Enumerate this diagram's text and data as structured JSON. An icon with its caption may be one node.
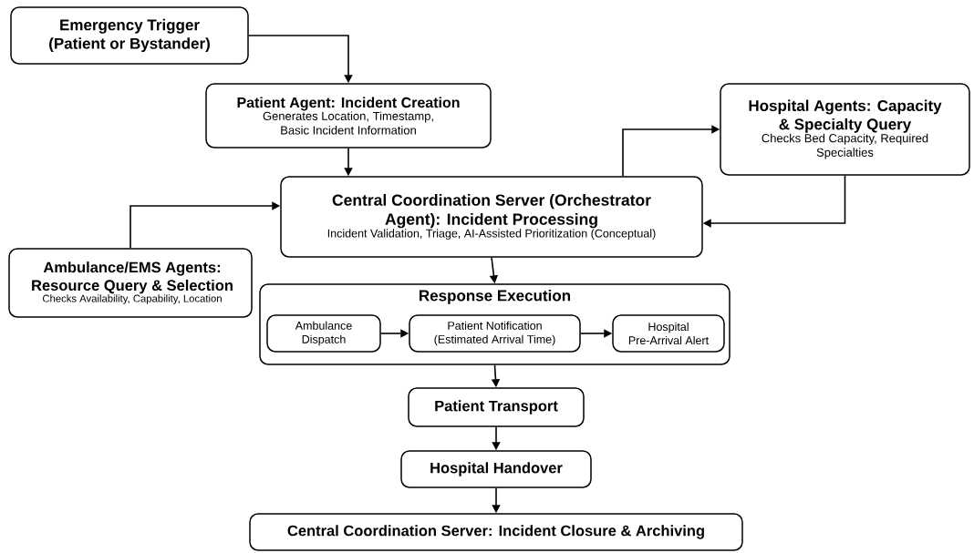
{
  "diagram": {
    "nodes": [
      {
        "text": [
          "Emergency Trigger (Patient or Bystander)"
        ]
      },
      {
        "text": [
          "Patient Agent: Incident Creation",
          "Generates Location, Timestamp, Basic Incident Information"
        ]
      },
      {
        "text": [
          "Hospital Agents: Capacity & Specialty Query",
          "Checks Bed Capacity, Required Specialties"
        ]
      },
      {
        "text": [
          "Central Coordination Server (Orchestrator Agent): Incident Processing",
          "Incident Validation, Triage, AI-Assisted Prioritization (Conceptual)"
        ]
      },
      {
        "text": [
          "Ambulance/EMS Agents: Resource Query & Selection",
          "Checks Availability, Capability, Location"
        ]
      },
      {
        "text": [
          "Response Execution"
        ]
      },
      {
        "text": [
          "Ambulance Dispatch"
        ],
        "in": 5
      },
      {
        "text": [
          "Patient Notification (Estimated Arrival Time)"
        ],
        "in": 5
      },
      {
        "text": [
          "Hospital Pre-Arrival Alert"
        ],
        "in": 5
      },
      {
        "text": [
          "Patient Transport"
        ]
      },
      {
        "text": [
          "Hospital Handover"
        ]
      },
      {
        "text": [
          "Central Coordination Server: Incident Closure & Archiving"
        ]
      }
    ],
    "edges": [
      {
        "from": 0,
        "to": 1,
        "arrow": "to"
      },
      {
        "from": 1,
        "to": 3,
        "arrow": "to"
      },
      {
        "from": 3,
        "to": 2,
        "arrow": "to"
      },
      {
        "from": 2,
        "to": 3,
        "arrow": "to"
      },
      {
        "from": 4,
        "to": 3,
        "arrow": "to"
      },
      {
        "from": 3,
        "to": 5,
        "arrow": "to"
      },
      {
        "from": 6,
        "to": 7,
        "arrow": "to"
      },
      {
        "from": 7,
        "to": 8,
        "arrow": "to"
      },
      {
        "from": 5,
        "to": 9,
        "arrow": "to"
      },
      {
        "from": 9,
        "to": 10,
        "arrow": "to"
      },
      {
        "from": 10,
        "to": 11,
        "arrow": "to"
      }
    ]
  }
}
